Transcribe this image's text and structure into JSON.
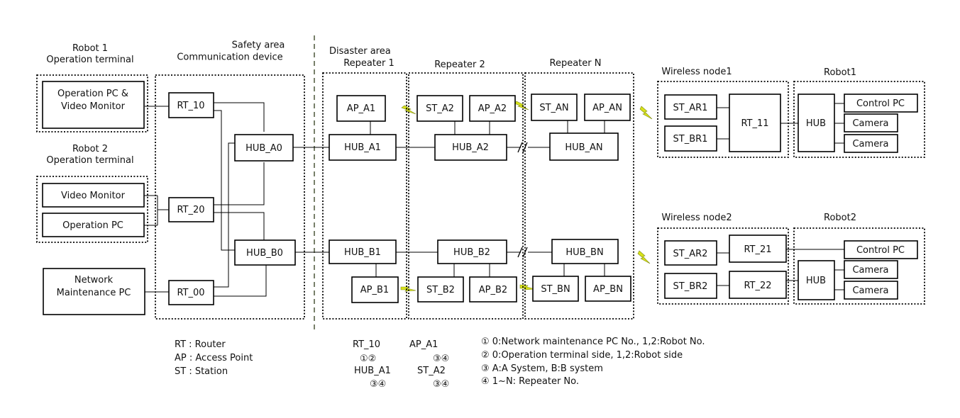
{
  "groups": {
    "robot1_terminal": "Robot 1\nOperation terminal",
    "robot2_terminal": "Robot 2\nOperation terminal",
    "safety_area": "Safety area\nCommunication device",
    "disaster_area": "Disaster area",
    "repeater1": "Repeater 1",
    "repeater2": "Repeater 2",
    "repeaterN": "Repeater N",
    "wireless_node1": "Wireless node1",
    "wireless_node2": "Wireless node2",
    "robot1": "Robot1",
    "robot2": "Robot2"
  },
  "boxes": {
    "op_pc_video": "Operation PC &\nVideo Monitor",
    "video_monitor": "Video Monitor",
    "operation_pc": "Operation PC",
    "network_pc": "Network\nMaintenance PC",
    "rt_10": "RT_10",
    "rt_20": "RT_20",
    "rt_00": "RT_00",
    "hub_a0": "HUB_A0",
    "hub_b0": "HUB_B0",
    "ap_a1": "AP_A1",
    "hub_a1": "HUB_A1",
    "hub_b1": "HUB_B1",
    "ap_b1": "AP_B1",
    "st_a2": "ST_A2",
    "ap_a2": "AP_A2",
    "hub_a2": "HUB_A2",
    "hub_b2": "HUB_B2",
    "st_b2": "ST_B2",
    "ap_b2": "AP_B2",
    "st_an": "ST_AN",
    "ap_an": "AP_AN",
    "hub_an": "HUB_AN",
    "hub_bn": "HUB_BN",
    "st_bn": "ST_BN",
    "ap_bn": "AP_BN",
    "st_ar1": "ST_AR1",
    "st_br1": "ST_BR1",
    "rt_11": "RT_11",
    "hub_r1": "HUB",
    "control_pc_1": "Control PC",
    "camera_1a": "Camera",
    "camera_1b": "Camera",
    "st_ar2": "ST_AR2",
    "st_br2": "ST_BR2",
    "rt_21": "RT_21",
    "rt_22": "RT_22",
    "hub_r2": "HUB",
    "control_pc_2": "Control PC",
    "camera_2a": "Camera",
    "camera_2b": "Camera"
  },
  "legend": {
    "abbrev": [
      "RT : Router",
      "AP : Access Point",
      "ST : Station"
    ],
    "examples": {
      "rt_10": "RT_10",
      "rt_10_marks": "①②",
      "hub_a1": "HUB_A1",
      "hub_a1_marks": "③④",
      "ap_a1": "AP_A1",
      "ap_a1_marks": "③④",
      "st_a2": "ST_A2",
      "st_a2_marks": "③④"
    },
    "notes": [
      "① 0:Network maintenance PC No., 1,2:Robot No.",
      "② 0:Operation terminal side, 1,2:Robot side",
      "③ A:A System, B:B system",
      "④ 1~N: Repeater No."
    ]
  },
  "colors": {
    "lightning": "#d8e21a",
    "divider": "#3e4a2a"
  }
}
